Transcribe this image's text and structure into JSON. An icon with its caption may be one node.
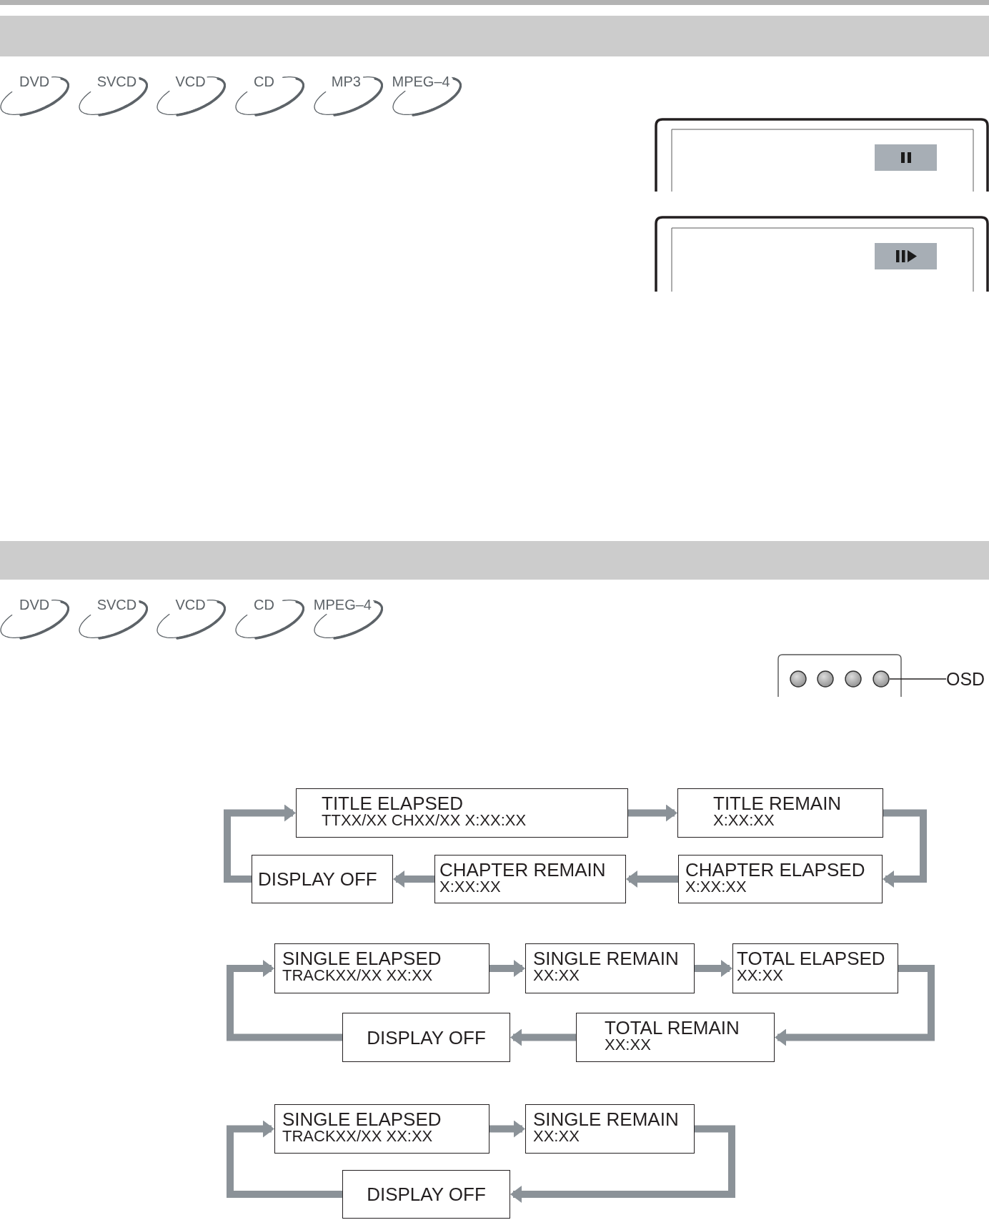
{
  "diagram": {
    "nodes": [
      {
        "text": [
          "DVD"
        ]
      },
      {
        "text": [
          "SVCD"
        ]
      },
      {
        "text": [
          "VCD"
        ]
      },
      {
        "text": [
          "CD"
        ]
      },
      {
        "text": [
          "MP3"
        ]
      },
      {
        "text": [
          "MPEG–4"
        ]
      },
      {
        "text": [
          "DVD"
        ]
      },
      {
        "text": [
          "SVCD"
        ]
      },
      {
        "text": [
          "VCD"
        ]
      },
      {
        "text": [
          "CD"
        ]
      },
      {
        "text": [
          "MPEG–4"
        ]
      },
      {
        "text": [],
        "shape": "circle"
      },
      {
        "text": [],
        "shape": "circle"
      },
      {
        "text": [],
        "shape": "circle"
      },
      {
        "text": [],
        "shape": "circle"
      },
      {
        "text": [
          "OSD"
        ]
      },
      {
        "text": [
          "TITLE ELAPSED",
          "TTXX/XX CHXX/XX X:XX:XX"
        ]
      },
      {
        "text": [
          "TITLE REMAIN",
          "X:XX:XX"
        ]
      },
      {
        "text": [
          "DISPLAY OFF"
        ]
      },
      {
        "text": [
          "CHAPTER REMAIN",
          "X:XX:XX"
        ]
      },
      {
        "text": [
          "CHAPTER ELAPSED",
          "X:XX:XX"
        ]
      },
      {
        "text": [
          "SINGLE ELAPSED",
          "TRACKXX/XX XX:XX"
        ]
      },
      {
        "text": [
          "SINGLE REMAIN",
          "XX:XX"
        ]
      },
      {
        "text": [
          "TOTAL ELAPSED",
          "XX:XX"
        ]
      },
      {
        "text": [
          "DISPLAY OFF"
        ]
      },
      {
        "text": [
          "TOTAL REMAIN",
          "XX:XX"
        ]
      },
      {
        "text": [
          "SINGLE ELAPSED",
          "TRACKXX/XX XX:XX"
        ]
      },
      {
        "text": [
          "SINGLE REMAIN",
          "XX:XX"
        ]
      },
      {
        "text": [
          "DISPLAY OFF"
        ]
      }
    ],
    "edges": [
      {
        "from": 15,
        "to": 14,
        "arrow": "none",
        "color": "#231f20"
      },
      {
        "from": 16,
        "to": 17,
        "arrow": "to"
      },
      {
        "from": 17,
        "to": 20,
        "arrow": "to"
      },
      {
        "from": 20,
        "to": 19,
        "arrow": "to"
      },
      {
        "from": 19,
        "to": 18,
        "arrow": "to"
      },
      {
        "from": 18,
        "to": 16,
        "arrow": "to"
      },
      {
        "from": 21,
        "to": 22,
        "arrow": "to"
      },
      {
        "from": 22,
        "to": 23,
        "arrow": "to"
      },
      {
        "from": 23,
        "to": 25,
        "arrow": "to"
      },
      {
        "from": 25,
        "to": 24,
        "arrow": "to"
      },
      {
        "from": 24,
        "to": 21,
        "arrow": "to"
      },
      {
        "from": 26,
        "to": 27,
        "arrow": "to"
      },
      {
        "from": 27,
        "to": 28,
        "arrow": "to"
      },
      {
        "from": 28,
        "to": 26,
        "arrow": "to"
      }
    ]
  }
}
